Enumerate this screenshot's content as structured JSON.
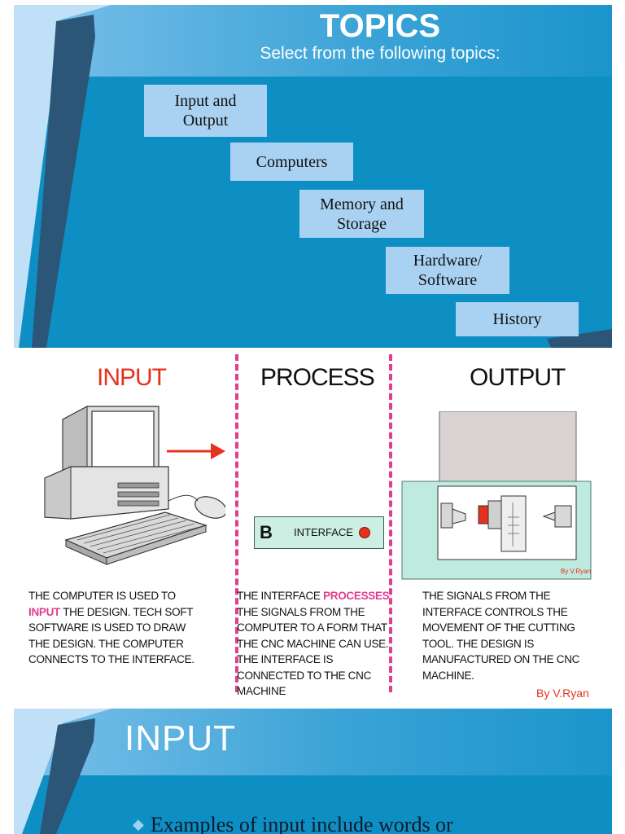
{
  "topics_slide": {
    "title": "TOPICS",
    "subtitle": "Select from the following topics:",
    "buttons": [
      {
        "label_line1": "Input and",
        "label_line2": "Output"
      },
      {
        "label_line1": "Computers",
        "label_line2": ""
      },
      {
        "label_line1": "Memory and",
        "label_line2": "Storage"
      },
      {
        "label_line1": "Hardware/",
        "label_line2": "Software"
      },
      {
        "label_line1": "History",
        "label_line2": ""
      }
    ]
  },
  "ipo_slide": {
    "input_title": "INPUT",
    "process_title": "PROCESS",
    "output_title": "OUTPUT",
    "interface_label": "INTERFACE",
    "interface_logo": "B",
    "machine_credit": "By V.Ryan",
    "input_text_pre": "THE COMPUTER IS USED TO ",
    "input_text_highlight": "INPUT",
    "input_text_post": " THE DESIGN. TECH SOFT SOFTWARE IS USED TO DRAW THE DESIGN. THE COMPUTER CONNECTS TO THE INTERFACE.",
    "process_text_pre": "THE INTERFACE ",
    "process_text_highlight": "PROCESSES",
    "process_text_post": " THE SIGNALS FROM THE COMPUTER TO A FORM THAT THE CNC MACHINE CAN USE. THE INTERFACE IS CONNECTED TO THE CNC MACHINE",
    "output_text": "THE SIGNALS FROM THE INTERFACE CONTROLS THE MOVEMENT OF THE CUTTING TOOL. THE DESIGN IS MANUFACTURED ON THE CNC MACHINE.",
    "credit": "By V.Ryan"
  },
  "input_slide": {
    "title": "INPUT",
    "bullet_symbol": "◆",
    "bullet_text": "Examples of input include words or"
  },
  "colors": {
    "slide_blue": "#0d8fc4",
    "button_blue": "#a9d2f2",
    "input_red": "#e4321e",
    "highlight_pink": "#e23d8e",
    "interface_green": "#cdeee2",
    "machine_green": "#bfeae0"
  },
  "icons": [
    "computer-illustration",
    "arrow-right-icon",
    "interface-box",
    "cnc-machine-illustration",
    "diamond-bullet-icon"
  ]
}
